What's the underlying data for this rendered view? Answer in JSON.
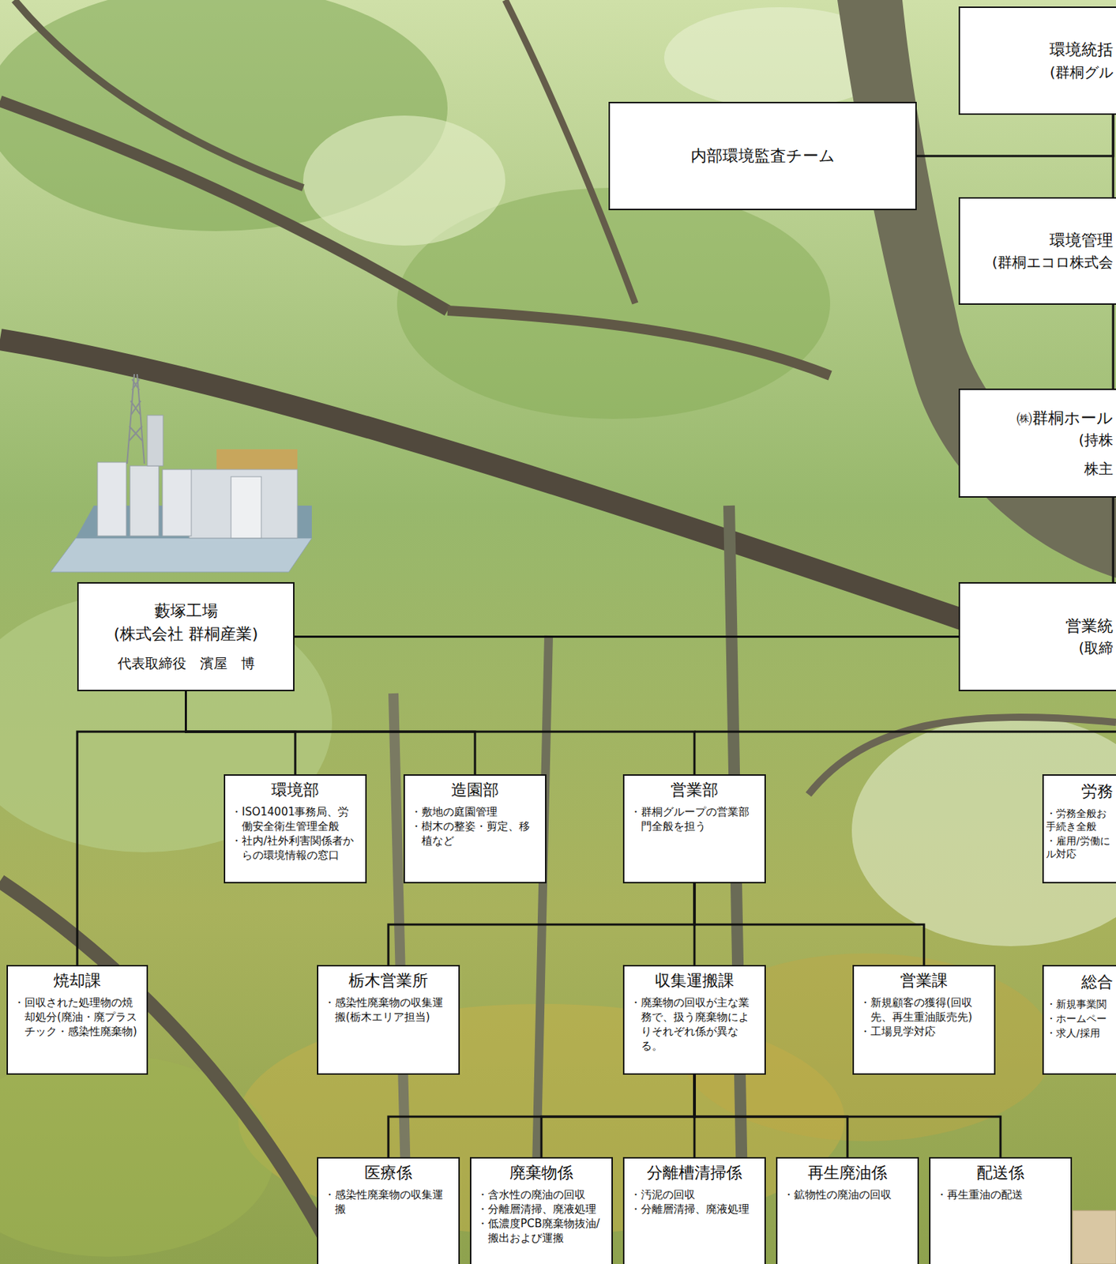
{
  "diagram": {
    "nodes": [
      {
        "text": [
          "環境統括",
          "(群桐グル"
        ]
      },
      {
        "text": [
          "内部環境監査チーム"
        ]
      },
      {
        "text": [
          "環境管理",
          "(群桐エコロ株式会"
        ]
      },
      {
        "text": [
          "㈱群桐ホール",
          "(持株",
          "株主"
        ]
      },
      {
        "text": [
          "営業統",
          "(取締"
        ]
      },
      {
        "text": [
          "藪塚工場",
          "(株式会社 群桐産業)",
          "代表取締役　濱屋　博"
        ]
      },
      {
        "text": [
          "環境部",
          "・ISO14001事務局、労働安全衛生管理全般",
          "・社内/社外利害関係者からの環境情報の窓口"
        ]
      },
      {
        "text": [
          "造園部",
          "・敷地の庭園管理",
          "・樹木の整姿・剪定、移植など"
        ]
      },
      {
        "text": [
          "営業部",
          "・群桐グループの営業部門全般を担う"
        ]
      },
      {
        "text": [
          "労務",
          "・労務全般お 手続き全般",
          "・雇用/労働に ル対応"
        ]
      },
      {
        "text": [
          "焼却課",
          "・回収された処理物の焼却処分(廃油・廃プラスチック・感染性廃棄物)"
        ]
      },
      {
        "text": [
          "栃木営業所",
          "・感染性廃棄物の収集運搬(栃木エリア担当)"
        ]
      },
      {
        "text": [
          "収集運搬課",
          "・廃棄物の回収が主な業務で、扱う廃棄物によりそれぞれ係が異なる。"
        ]
      },
      {
        "text": [
          "営業課",
          "・新規顧客の獲得(回収先、再生重油販売先)",
          "・工場見学対応"
        ]
      },
      {
        "text": [
          "総合",
          "・新規事業関",
          "・ホームペー",
          "・求人/採用"
        ]
      },
      {
        "text": [
          "医療係",
          "・感染性廃棄物の収集運搬"
        ]
      },
      {
        "text": [
          "廃棄物係",
          "・含水性の廃油の回収",
          "・分離層清掃、廃液処理",
          "・低濃度PCB廃棄物抜油/搬出および運搬"
        ]
      },
      {
        "text": [
          "分離槽清掃係",
          "・汚泥の回収",
          "・分離層清掃、廃液処理"
        ]
      },
      {
        "text": [
          "再生廃油係",
          "・鉱物性の廃油の回収"
        ]
      },
      {
        "text": [
          "配送係",
          "・再生重油の配送"
        ]
      }
    ],
    "edges": [
      {
        "from": 0,
        "to": 1,
        "arrow": "none"
      },
      {
        "from": 0,
        "to": 2,
        "arrow": "none"
      },
      {
        "from": 2,
        "to": 3,
        "arrow": "none"
      },
      {
        "from": 3,
        "to": 4,
        "arrow": "none"
      },
      {
        "from": 4,
        "to": 5,
        "arrow": "none"
      },
      {
        "from": 5,
        "to": 10,
        "arrow": "none"
      },
      {
        "from": 5,
        "to": 6,
        "arrow": "none"
      },
      {
        "from": 5,
        "to": 7,
        "arrow": "none"
      },
      {
        "from": 5,
        "to": 8,
        "arrow": "none"
      },
      {
        "from": 8,
        "to": 11,
        "arrow": "none"
      },
      {
        "from": 8,
        "to": 12,
        "arrow": "none"
      },
      {
        "from": 8,
        "to": 13,
        "arrow": "none"
      },
      {
        "from": 12,
        "to": 15,
        "arrow": "none"
      },
      {
        "from": 12,
        "to": 16,
        "arrow": "none"
      },
      {
        "from": 12,
        "to": 17,
        "arrow": "none"
      },
      {
        "from": 12,
        "to": 18,
        "arrow": "none"
      },
      {
        "from": 12,
        "to": 19,
        "arrow": "none"
      }
    ]
  }
}
